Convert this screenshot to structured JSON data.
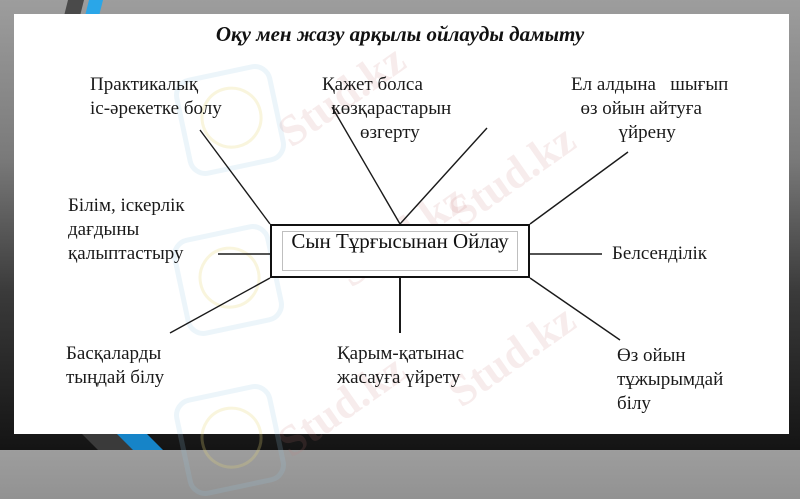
{
  "title": "Оқу мен жазу арқылы ойлауды дамыту",
  "center": {
    "label": "Сын Тұрғысынан Ойлау"
  },
  "nodes": {
    "practical": "Практикалық\nіс-әрекетке болу",
    "change_views": "Қажет болса\n  көзқарастарын\n        өзгерту",
    "speak_public": "Ел алдына   шығып\n  өз ойын айтуға\n          үйрену",
    "skills": "Білім, іскерлік\nдағдыны\nқалыптастыру",
    "activity": "Белсенділік",
    "listen": "Басқаларды\nтыңдай білу",
    "communication": "Қарым-қатынас\nжасауға үйрету",
    "formulate": "Өз ойын\nтұжырымдай\nбілу"
  },
  "watermark": {
    "text": "Stud.kz"
  },
  "colors": {
    "line": "#1a1a1a",
    "panel": "#ffffff",
    "accent_blue": "#2aa6e8"
  }
}
